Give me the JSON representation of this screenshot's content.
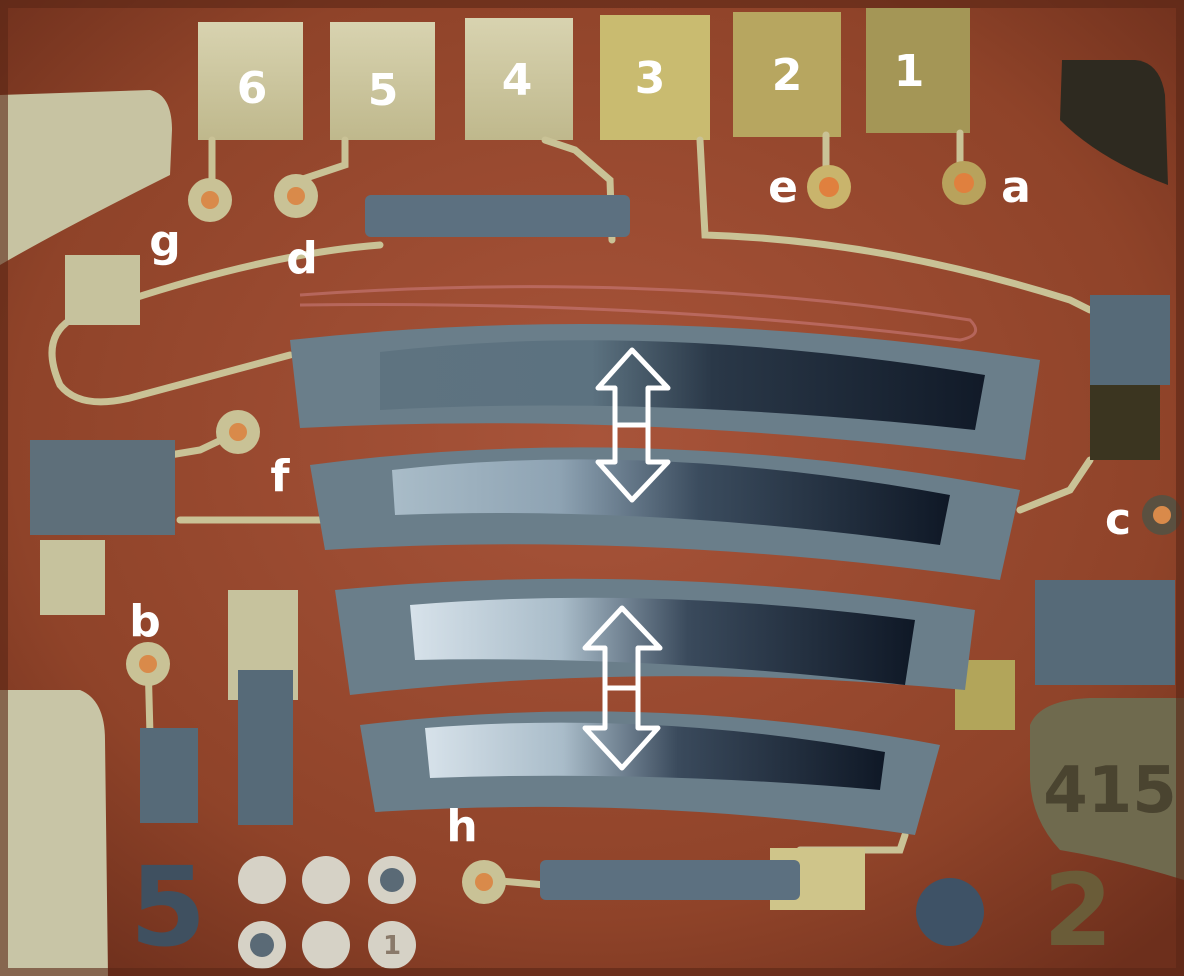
{
  "pad_numbers": [
    "6",
    "5",
    "4",
    "3",
    "2",
    "1"
  ],
  "point_labels": {
    "a": "a",
    "b": "b",
    "c": "c",
    "d": "d",
    "e": "e",
    "f": "f",
    "g": "g",
    "h": "h"
  },
  "silkscreen": {
    "left_number": "5",
    "right_number": "2",
    "corner_code": "415",
    "small_dot_number": "1"
  },
  "colors": {
    "substrate": "#9a4a2e",
    "copper": "#c9c296",
    "resistive_film": "#5a6f7c",
    "dark_film": "#1c2a3a",
    "label_text": "#ffffff"
  }
}
